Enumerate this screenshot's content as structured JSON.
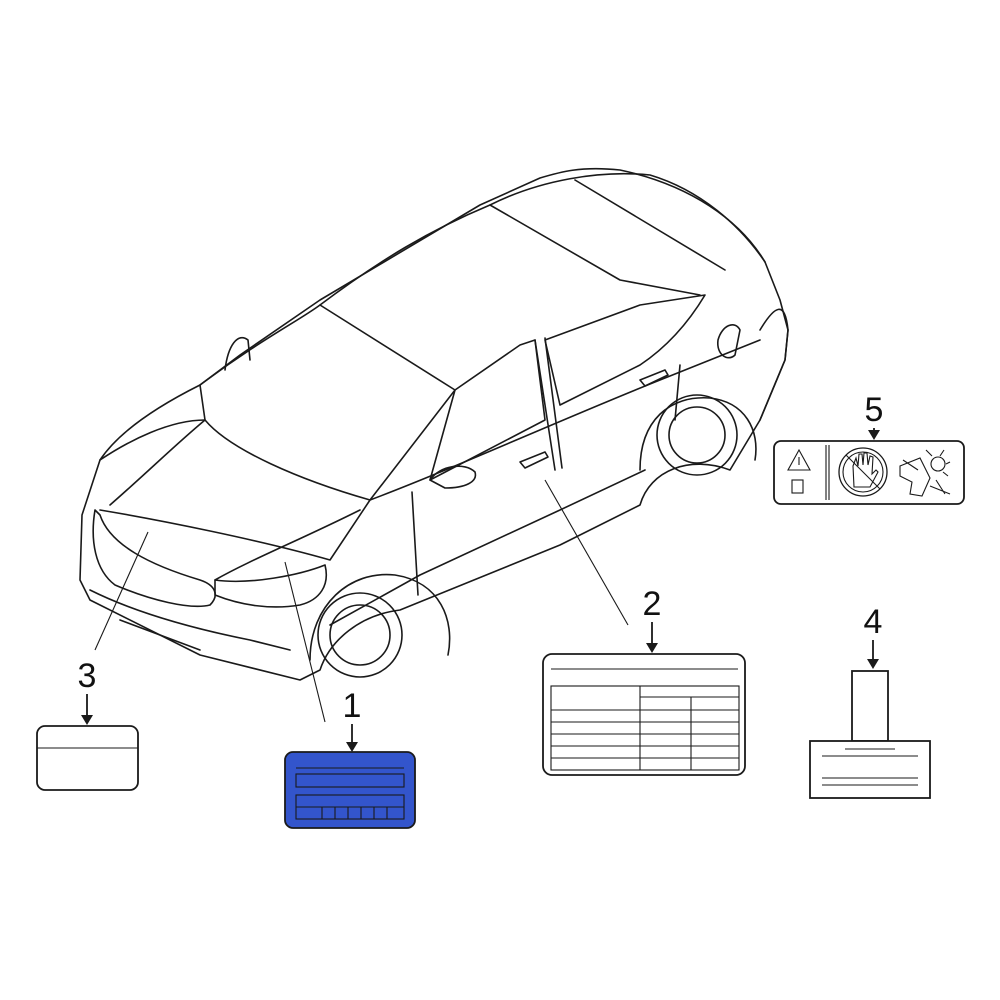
{
  "callouts": [
    {
      "id": "1",
      "label": "1",
      "highlighted": true
    },
    {
      "id": "2",
      "label": "2",
      "highlighted": false
    },
    {
      "id": "3",
      "label": "3",
      "highlighted": false
    },
    {
      "id": "4",
      "label": "4",
      "highlighted": false
    },
    {
      "id": "5",
      "label": "5",
      "highlighted": false
    }
  ],
  "colors": {
    "line": "#1a1a1a",
    "highlight_fill": "#3355cc",
    "background": "#ffffff"
  },
  "icons": [
    "car-outline-icon",
    "warning-triangle-icon",
    "hand-stop-icon",
    "airbag-icon"
  ]
}
